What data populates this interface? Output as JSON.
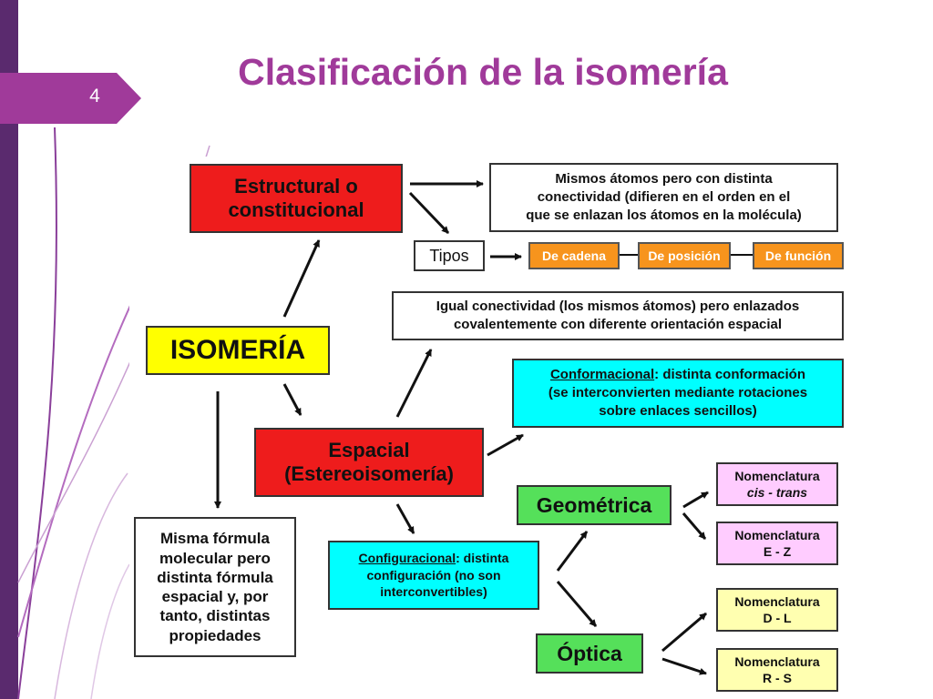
{
  "slide": {
    "number": "4",
    "title": "Clasificación de la isomería"
  },
  "diagram": {
    "isomeria": "ISOMERÍA",
    "estructural": {
      "line1": "Estructural o",
      "line2": "constitucional"
    },
    "estructural_desc": {
      "line1": "Mismos átomos pero con distinta",
      "line2": "conectividad (difieren en el orden en el",
      "line3": "que se enlazan los átomos en la molécula)"
    },
    "tipos": "Tipos",
    "tipos_items": [
      "De cadena",
      "De posición",
      "De función"
    ],
    "espacial_desc": {
      "line1": "Igual conectividad (los mismos átomos) pero enlazados",
      "line2": "covalentemente con diferente orientación espacial"
    },
    "conformacional": {
      "term": "Conformacional",
      "rest": ": distinta conformación",
      "line2": "(se interconvierten mediante rotaciones",
      "line3": "sobre enlaces sencillos)"
    },
    "espacial": {
      "line1": "Espacial",
      "line2": "(Estereoisomería)"
    },
    "misma_formula": {
      "line1": "Misma fórmula",
      "line2": "molecular pero",
      "line3": "distinta fórmula",
      "line4": "espacial y, por",
      "line5": "tanto, distintas",
      "line6": "propiedades"
    },
    "configuracional": {
      "term": "Configuracional",
      "rest": ": distinta",
      "line2": "configuración (no son",
      "line3": "interconvertibles)"
    },
    "geometrica": "Geométrica",
    "optica": "Óptica",
    "nomenclaturas": [
      {
        "label": "Nomenclatura",
        "value": "cis - trans"
      },
      {
        "label": "Nomenclatura",
        "value": "E - Z"
      },
      {
        "label": "Nomenclatura",
        "value": "D - L"
      },
      {
        "label": "Nomenclatura",
        "value": "R - S"
      }
    ]
  },
  "colors": {
    "accent": "#a03a9a",
    "sidebar": "#5a2a6e",
    "red_box": "#ee1c1c",
    "yellow_box": "#ffff00",
    "cyan_box": "#00ffff",
    "green_box": "#55e05a",
    "orange_box": "#f7941d",
    "pink_box": "#ffccff"
  }
}
